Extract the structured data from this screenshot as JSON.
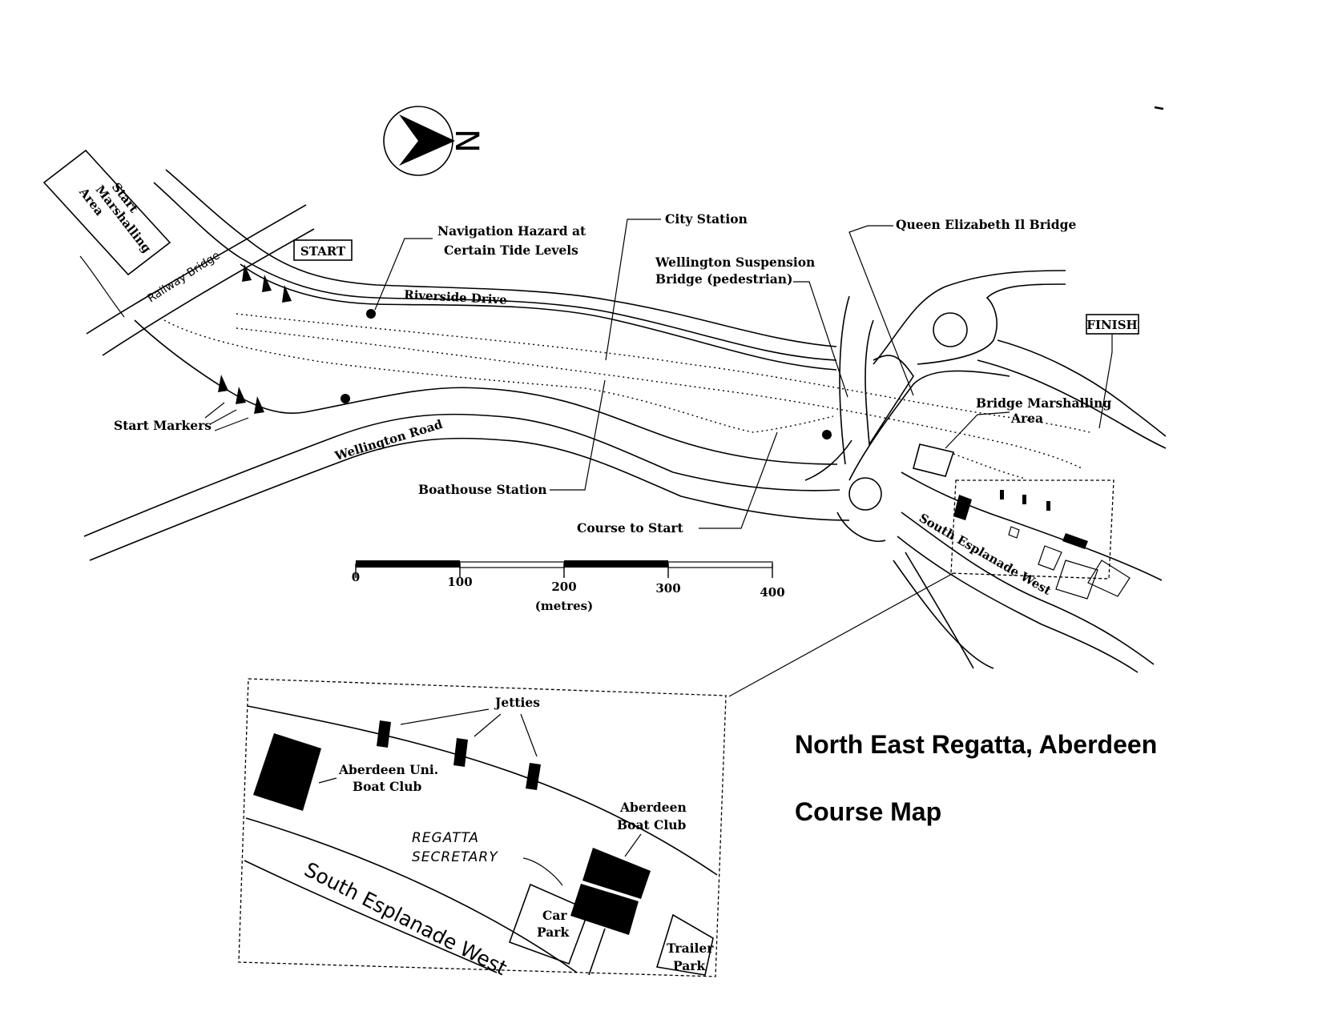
{
  "title": "North East Regatta, Aberdeen",
  "subtitle": "Course Map",
  "north_label": "N",
  "labels": {
    "start_marshalling": [
      "Start",
      "Marshalling",
      "Area"
    ],
    "railway_bridge": "Railway Bridge",
    "start": "START",
    "finish": "FINISH",
    "nav_hazard": [
      "Navigation Hazard at",
      "Certain Tide Levels"
    ],
    "riverside_drive": "Riverside Drive",
    "city_station": "City Station",
    "wellington_suspension": [
      "Wellington Suspension",
      "Bridge (pedestrian)"
    ],
    "queen_elizabeth": "Queen Elizabeth Il Bridge",
    "bridge_marshalling": [
      "Bridge Marshalling",
      "Area"
    ],
    "start_markers": "Start Markers",
    "wellington_road": "Wellington Road",
    "boathouse_station": "Boathouse Station",
    "course_to_start": "Course to Start",
    "south_esplanade_west": "South Esplanade West",
    "south_esplanade_west_inset": "South Esplanade West"
  },
  "scale": {
    "ticks": [
      "0",
      "100",
      "200",
      "300",
      "400"
    ],
    "unit": "(metres)"
  },
  "inset": {
    "jetties": "Jetties",
    "aberdeen_uni": [
      "Aberdeen Uni.",
      "Boat Club"
    ],
    "aberdeen_boat_club": [
      "Aberdeen",
      "Boat Club"
    ],
    "regatta_secretary": [
      "REGATTA",
      "SECRETARY"
    ],
    "car_park": [
      "Car",
      "Park"
    ],
    "trailer_park": [
      "Trailer",
      "Park"
    ]
  }
}
